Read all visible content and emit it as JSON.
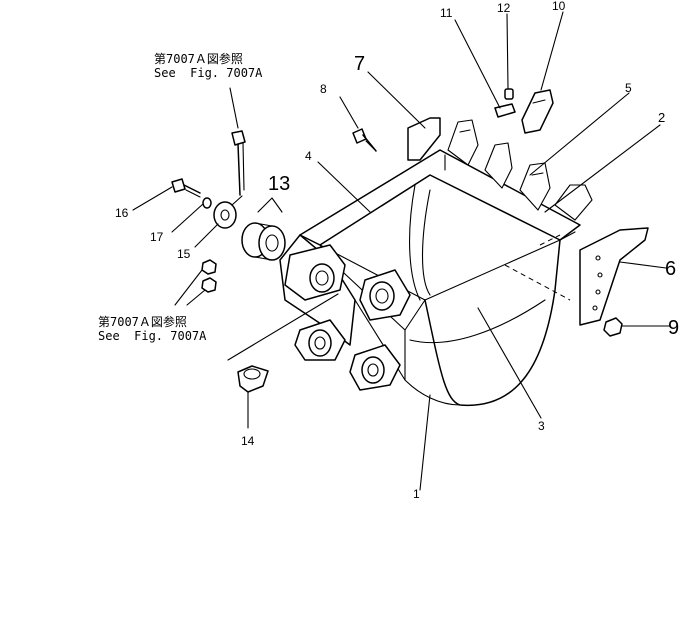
{
  "ref_notes": {
    "top": {
      "line1": "第7007Ａ図参照",
      "line2": "See  Fig. 7007A"
    },
    "bottom": {
      "line1": "第7007Ａ図参照",
      "line2": "See  Fig. 7007A"
    }
  },
  "callouts": {
    "c1": "1",
    "c2": "2",
    "c3": "3",
    "c4": "4",
    "c5": "5",
    "c6": "6",
    "c7": "7",
    "c8": "8",
    "c9": "9",
    "c10": "10",
    "c11": "11",
    "c12": "12",
    "c13": "13",
    "c14": "14",
    "c15": "15",
    "c16": "16",
    "c17": "17"
  }
}
